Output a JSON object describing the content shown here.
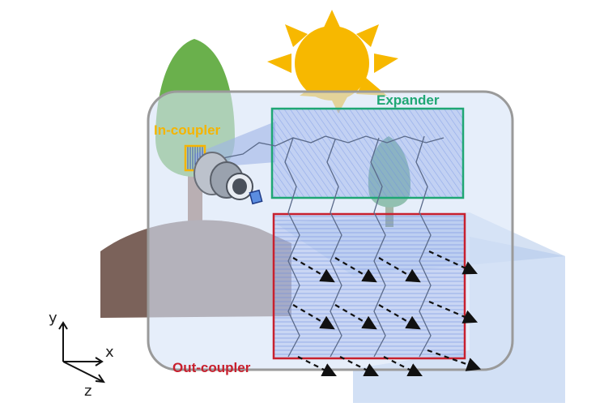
{
  "labels": {
    "expander": "Expander",
    "in_coupler": "In-coupler",
    "out_coupler": "Out-coupler"
  },
  "axes": {
    "y": "y",
    "x": "x",
    "z": "z"
  },
  "colors": {
    "expander": "#1fa774",
    "in_coupler": "#f5b400",
    "out_coupler": "#c8202e",
    "sun": "#f7b800",
    "tree": "#6ab04c",
    "trunk": "#8a5a44",
    "hill": "#7b625a",
    "waveguide": "#d6e4f7",
    "grating": "#4d6fd6"
  },
  "icons": [
    "sun-icon",
    "tree-icon",
    "eye-icon",
    "hill-icon"
  ]
}
